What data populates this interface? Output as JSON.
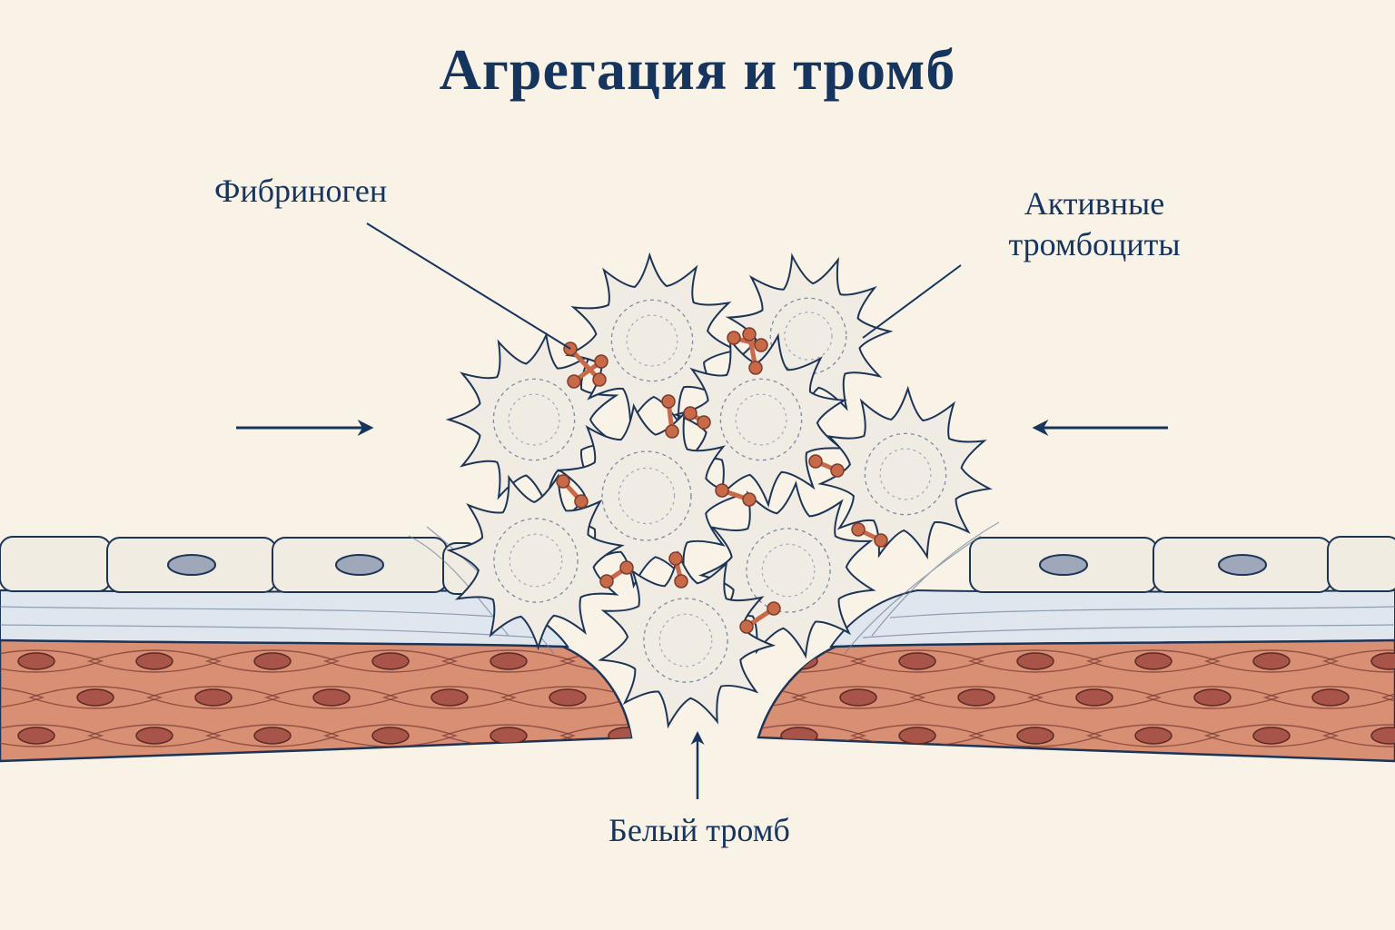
{
  "title": "Агрегация и тромб",
  "labels": {
    "fibrinogen": "Фибриноген",
    "active_platelets_line1": "Активные",
    "active_platelets_line2": "тромбоциты",
    "white_thrombus": "Белый тромб"
  },
  "colors": {
    "background": "#f8f2e7",
    "text": "#16355e",
    "outline": "#1c3557",
    "endothelium": "#f1ece2",
    "nucleus": "#9fa8ba",
    "subendothelium": "#dfe6ee",
    "muscle": "#d98f73",
    "muscle_nucleus": "#a85448",
    "platelet": "#f0ebe3",
    "fibrinogen": "#c8694a"
  }
}
